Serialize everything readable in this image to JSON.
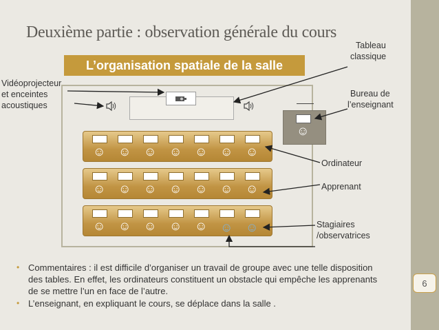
{
  "slide": {
    "title": "Deuxième partie : observation générale du cours",
    "subtitle": "L’organisation spatiale de la salle",
    "page_number": "6"
  },
  "labels": {
    "projector_line1": "Vidéoprojecteur",
    "projector_line2": "et enceintes",
    "projector_line3": "acoustiques",
    "board_line1": "Tableau",
    "board_line2": "classique",
    "desk_line1": "Bureau de",
    "desk_line2": "l’enseignant",
    "computer": "Ordinateur",
    "learner": "Apprenant",
    "observers_line1": "Stagiaires",
    "observers_line2": "/observatrices"
  },
  "icons": {
    "speaker": "speaker-icon",
    "projector": "projector-icon",
    "smiley": "smiley-icon"
  },
  "bullets": [
    "Commentaires : il est difficile d’organiser un travail de groupe avec une telle disposition des tables. En effet, les ordinateurs constituent un obstacle qui empêche les apprenants de se mettre l’un en face de l’autre.",
    "L’enseignant, en expliquant le cours, se déplace dans la salle ."
  ],
  "colors": {
    "accent": "#c59a3c",
    "sidebar": "#b7b39e",
    "observer_smiley": "#7fb1d8"
  }
}
